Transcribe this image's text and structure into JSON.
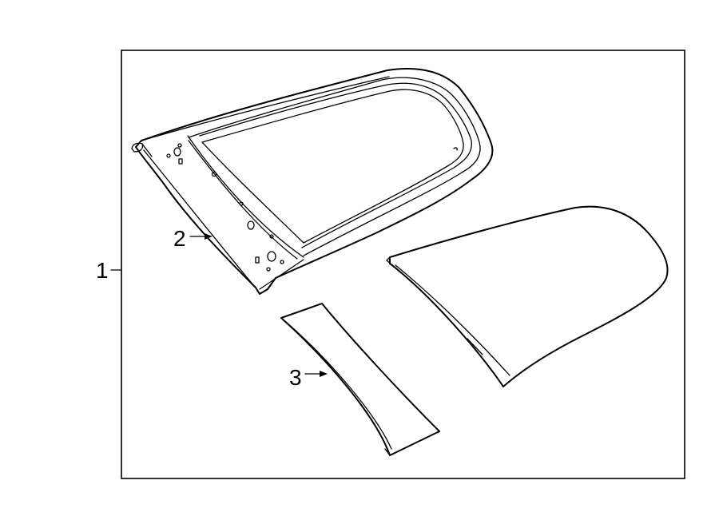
{
  "callouts": {
    "c1": "1",
    "c2": "2",
    "c3": "3"
  },
  "parts": [
    {
      "number": "1"
    },
    {
      "number": "2"
    },
    {
      "number": "3"
    }
  ],
  "colors": {
    "line": "#000000",
    "background": "#ffffff"
  }
}
